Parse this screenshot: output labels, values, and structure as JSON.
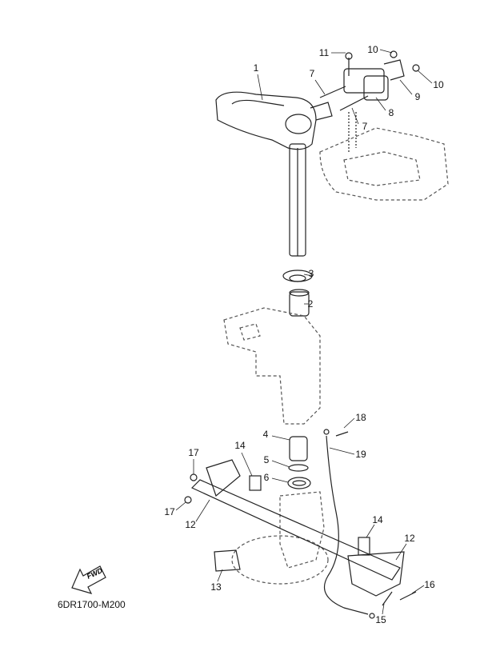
{
  "diagram_code": "6DR1700-M200",
  "fwd_label": "FWD",
  "callouts": [
    "1",
    "7",
    "11",
    "10",
    "10",
    "9",
    "8",
    "7",
    "3",
    "2",
    "18",
    "4",
    "19",
    "14",
    "17",
    "5",
    "6",
    "17",
    "12",
    "14",
    "12",
    "16",
    "13",
    "15"
  ]
}
